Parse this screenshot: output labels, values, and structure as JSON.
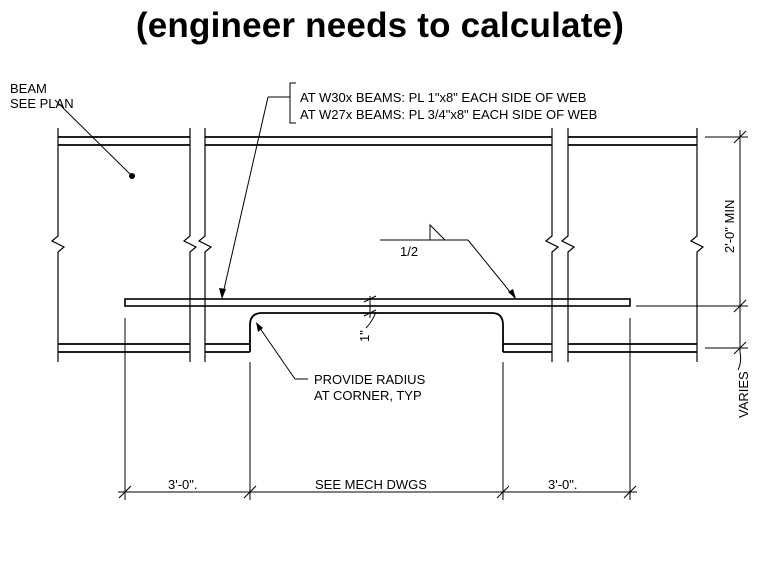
{
  "title": "(engineer needs to calculate)",
  "notes": {
    "beam_line1": "BEAM",
    "beam_line2": "SEE PLAN",
    "plate_line1": "AT W30x BEAMS: PL 1\"x8\" EACH SIDE OF WEB",
    "plate_line2": "AT W27x BEAMS: PL 3/4\"x8\" EACH SIDE OF WEB",
    "weld": "1/2",
    "radius_line1": "PROVIDE RADIUS",
    "radius_line2": "AT CORNER, TYP",
    "clearance": "1\""
  },
  "dimensions": {
    "min_depth": "2'-0\" MIN",
    "varies": "VARIES",
    "left_span": "3'-0\".",
    "center_span": "SEE MECH DWGS",
    "right_span": "3'-0\"."
  }
}
